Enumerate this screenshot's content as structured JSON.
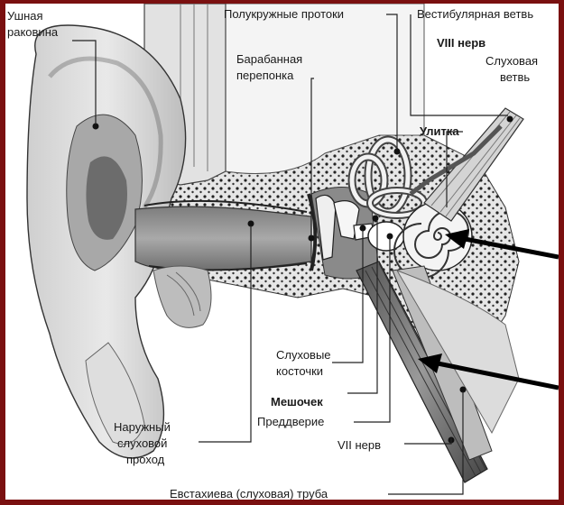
{
  "colors": {
    "frame": "#7a1010",
    "panel": "#ffffff",
    "ink": "#1a1a1a",
    "tissue": "#d9d9d9",
    "shade": "#9a9a9a",
    "bone": "#efefef"
  },
  "labels": {
    "auricle_1": "Ушная",
    "auricle_2": "раковина",
    "semicircular": "Полукружные протоки",
    "vestibular": "Вестибулярная ветвь",
    "nerve8": "VIII нерв",
    "auditory_1": "Слуховая",
    "auditory_2": "ветвь",
    "eardrum_1": "Барабанная",
    "eardrum_2": "перепонка",
    "cochlea": "Улитка",
    "ossicles_1": "Слуховые",
    "ossicles_2": "косточки",
    "saccule": "Мешочек",
    "vestibule": "Преддверие",
    "nerve7": "VII нерв",
    "canal_1": "Наружный",
    "canal_2": "слуховой",
    "canal_3": "проход",
    "tube": "Евстахиева (слуховая) труба"
  }
}
